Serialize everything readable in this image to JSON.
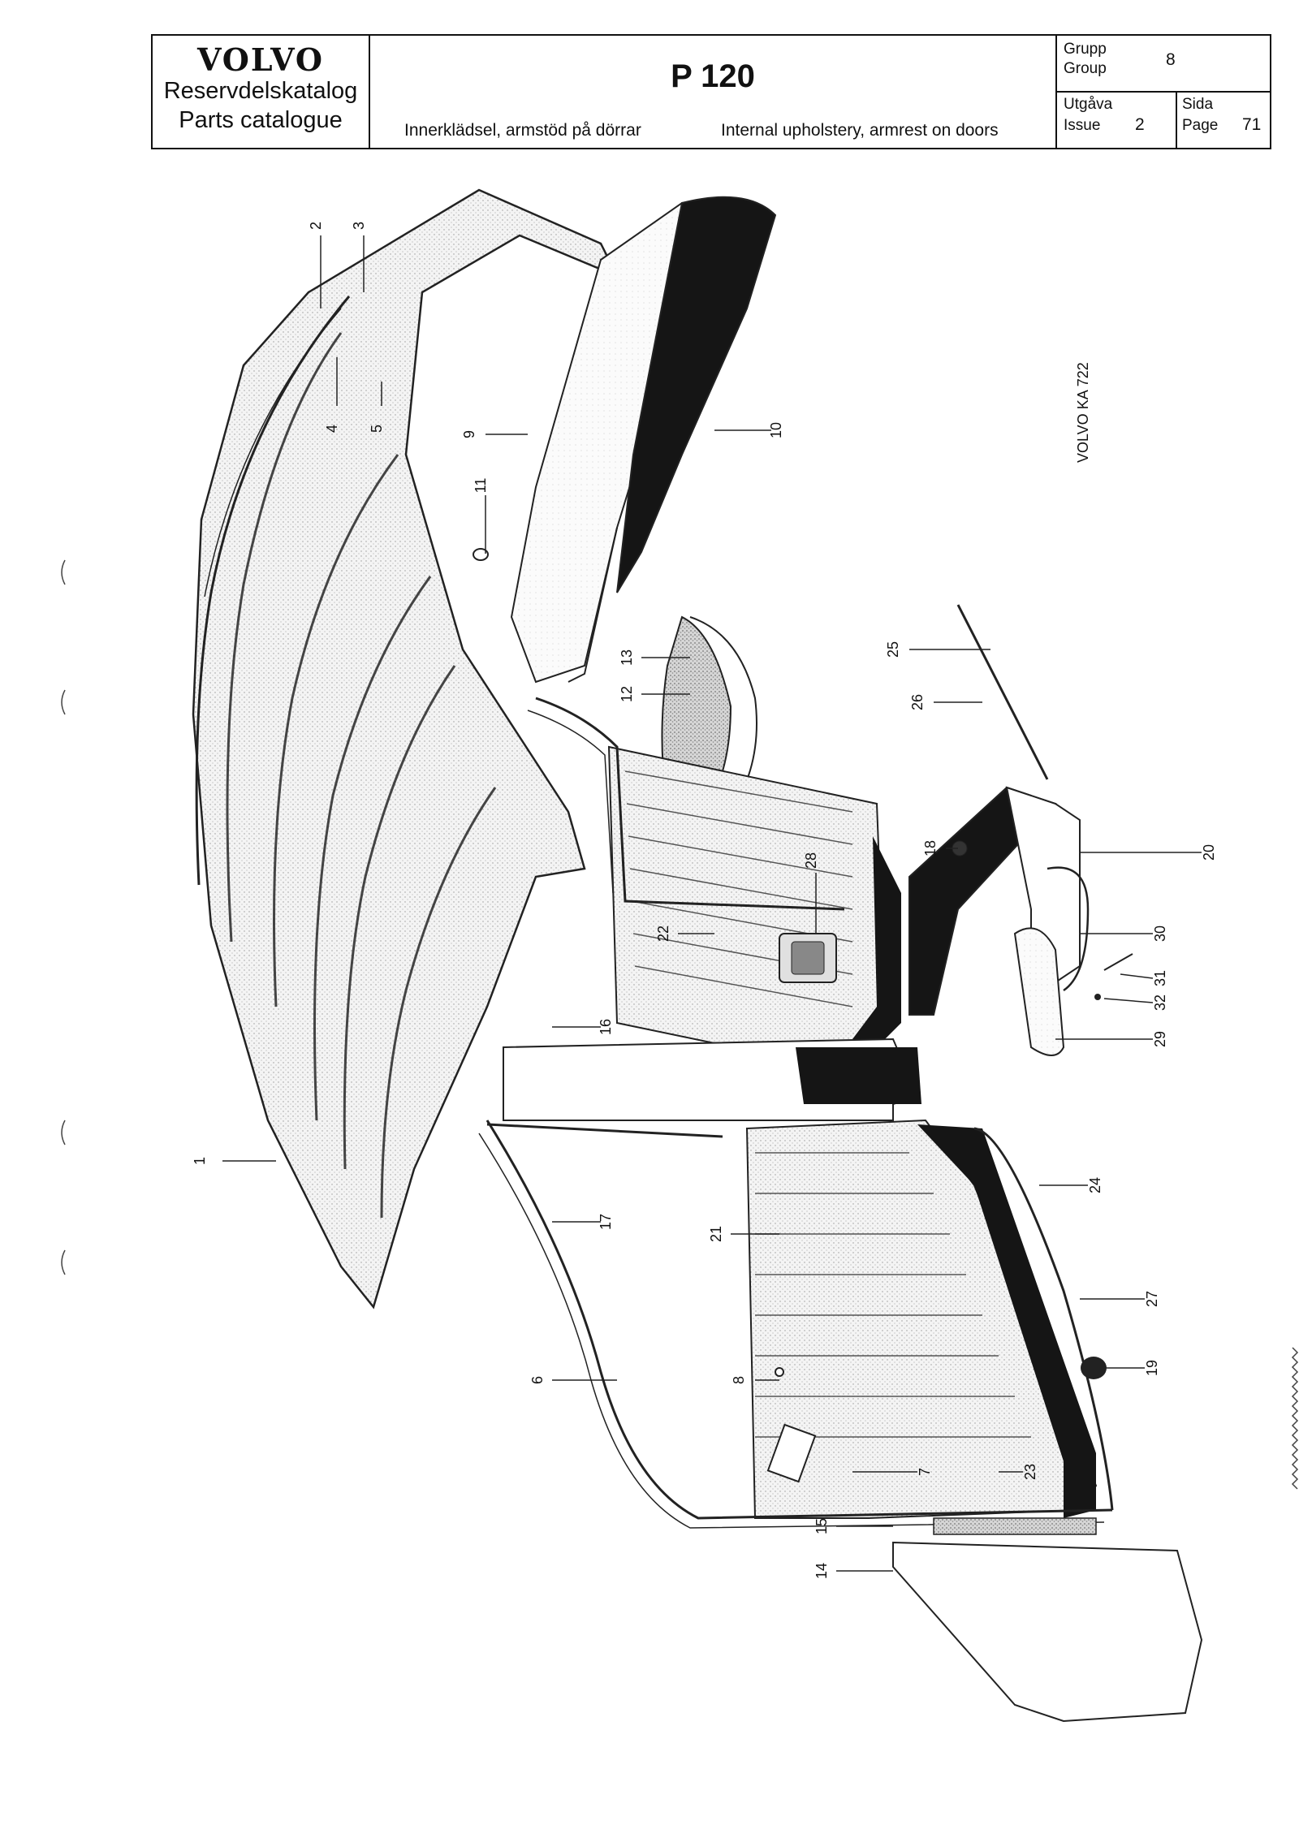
{
  "header": {
    "brand": "VOLVO",
    "catalog_sv": "Reservdelskatalog",
    "catalog_en": "Parts catalogue",
    "model": "P 120",
    "subtitle_sv": "Innerklädsel, armstöd på dörrar",
    "subtitle_en": "Internal upholstery, armrest on doors",
    "group_label_sv": "Grupp",
    "group_label_en": "Group",
    "group_value": "8",
    "issue_label_sv": "Utgåva",
    "issue_label_en": "Issue",
    "issue_value": "2",
    "page_label_sv": "Sida",
    "page_label_en": "Page",
    "page_value": "71"
  },
  "diagram": {
    "reference": "VOLVO KA 722",
    "callouts": [
      "1",
      "2",
      "3",
      "4",
      "5",
      "6",
      "7",
      "8",
      "9",
      "10",
      "11",
      "12",
      "13",
      "14",
      "15",
      "16",
      "17",
      "18",
      "19",
      "20",
      "21",
      "22",
      "23",
      "24",
      "25",
      "26",
      "27",
      "28",
      "29",
      "30",
      "31",
      "32"
    ]
  }
}
